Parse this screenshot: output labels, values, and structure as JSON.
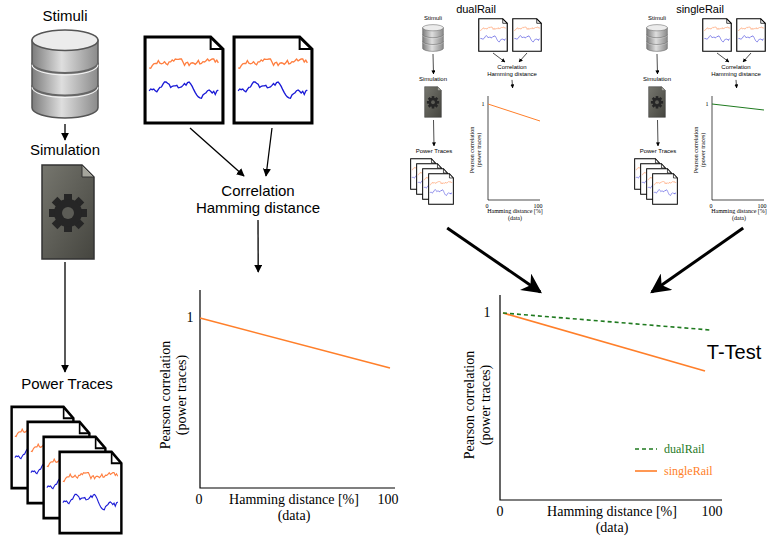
{
  "diagram": {
    "nodes": [
      {
        "text": [
          "Stimuli"
        ]
      },
      {
        "text": [
          "Simulation"
        ]
      },
      {
        "text": [
          "Power Traces"
        ]
      },
      {
        "text": [
          "Correlation Hamming distance"
        ]
      },
      {
        "text": [
          "1",
          "0",
          "100",
          "Pearson correlation (power traces)",
          "Hamming distance [%] (data)"
        ]
      },
      {
        "text": [
          "dualRail"
        ]
      },
      {
        "text": [
          "Stimuli"
        ],
        "in": 5
      },
      {
        "text": [
          "Simulation"
        ],
        "in": 5
      },
      {
        "text": [
          "Power Traces"
        ],
        "in": 5
      },
      {
        "text": [
          "Correlation Hamming distance"
        ],
        "in": 5
      },
      {
        "text": [
          "1",
          "0",
          "100",
          "Pearson correlation (power traces)",
          "Hamming distance [%] (data)"
        ],
        "in": 5
      },
      {
        "text": [
          "singleRail"
        ]
      },
      {
        "text": [
          "Stimuli"
        ],
        "in": 11
      },
      {
        "text": [
          "Simulation"
        ],
        "in": 11
      },
      {
        "text": [
          "Power Traces"
        ],
        "in": 11
      },
      {
        "text": [
          "Correlation Hamming distance"
        ],
        "in": 11
      },
      {
        "text": [
          "1",
          "0",
          "100",
          "Pearson correlation (power traces)",
          "Hamming distance [%] (data)"
        ],
        "in": 11
      },
      {
        "text": [
          "1",
          "0",
          "100",
          "Pearson correlation (power traces)",
          "Hamming distance [%] (data)",
          "T-Test"
        ]
      }
    ],
    "edges": [
      {
        "from": 0,
        "to": 1,
        "arrow": "to"
      },
      {
        "from": 1,
        "to": 2,
        "arrow": "to"
      },
      {
        "from": 3,
        "to": 4,
        "arrow": "to"
      },
      {
        "from": 6,
        "to": 7,
        "arrow": "to"
      },
      {
        "from": 7,
        "to": 8,
        "arrow": "to"
      },
      {
        "from": 9,
        "to": 10,
        "arrow": "to"
      },
      {
        "from": 12,
        "to": 13,
        "arrow": "to"
      },
      {
        "from": 13,
        "to": 14,
        "arrow": "to"
      },
      {
        "from": 15,
        "to": 16,
        "arrow": "to"
      },
      {
        "from": 5,
        "to": 17,
        "arrow": "to"
      },
      {
        "from": 11,
        "to": 17,
        "arrow": "to"
      }
    ],
    "legend": [
      {
        "text": "dualRail"
      },
      {
        "text": "singleRail"
      }
    ]
  }
}
